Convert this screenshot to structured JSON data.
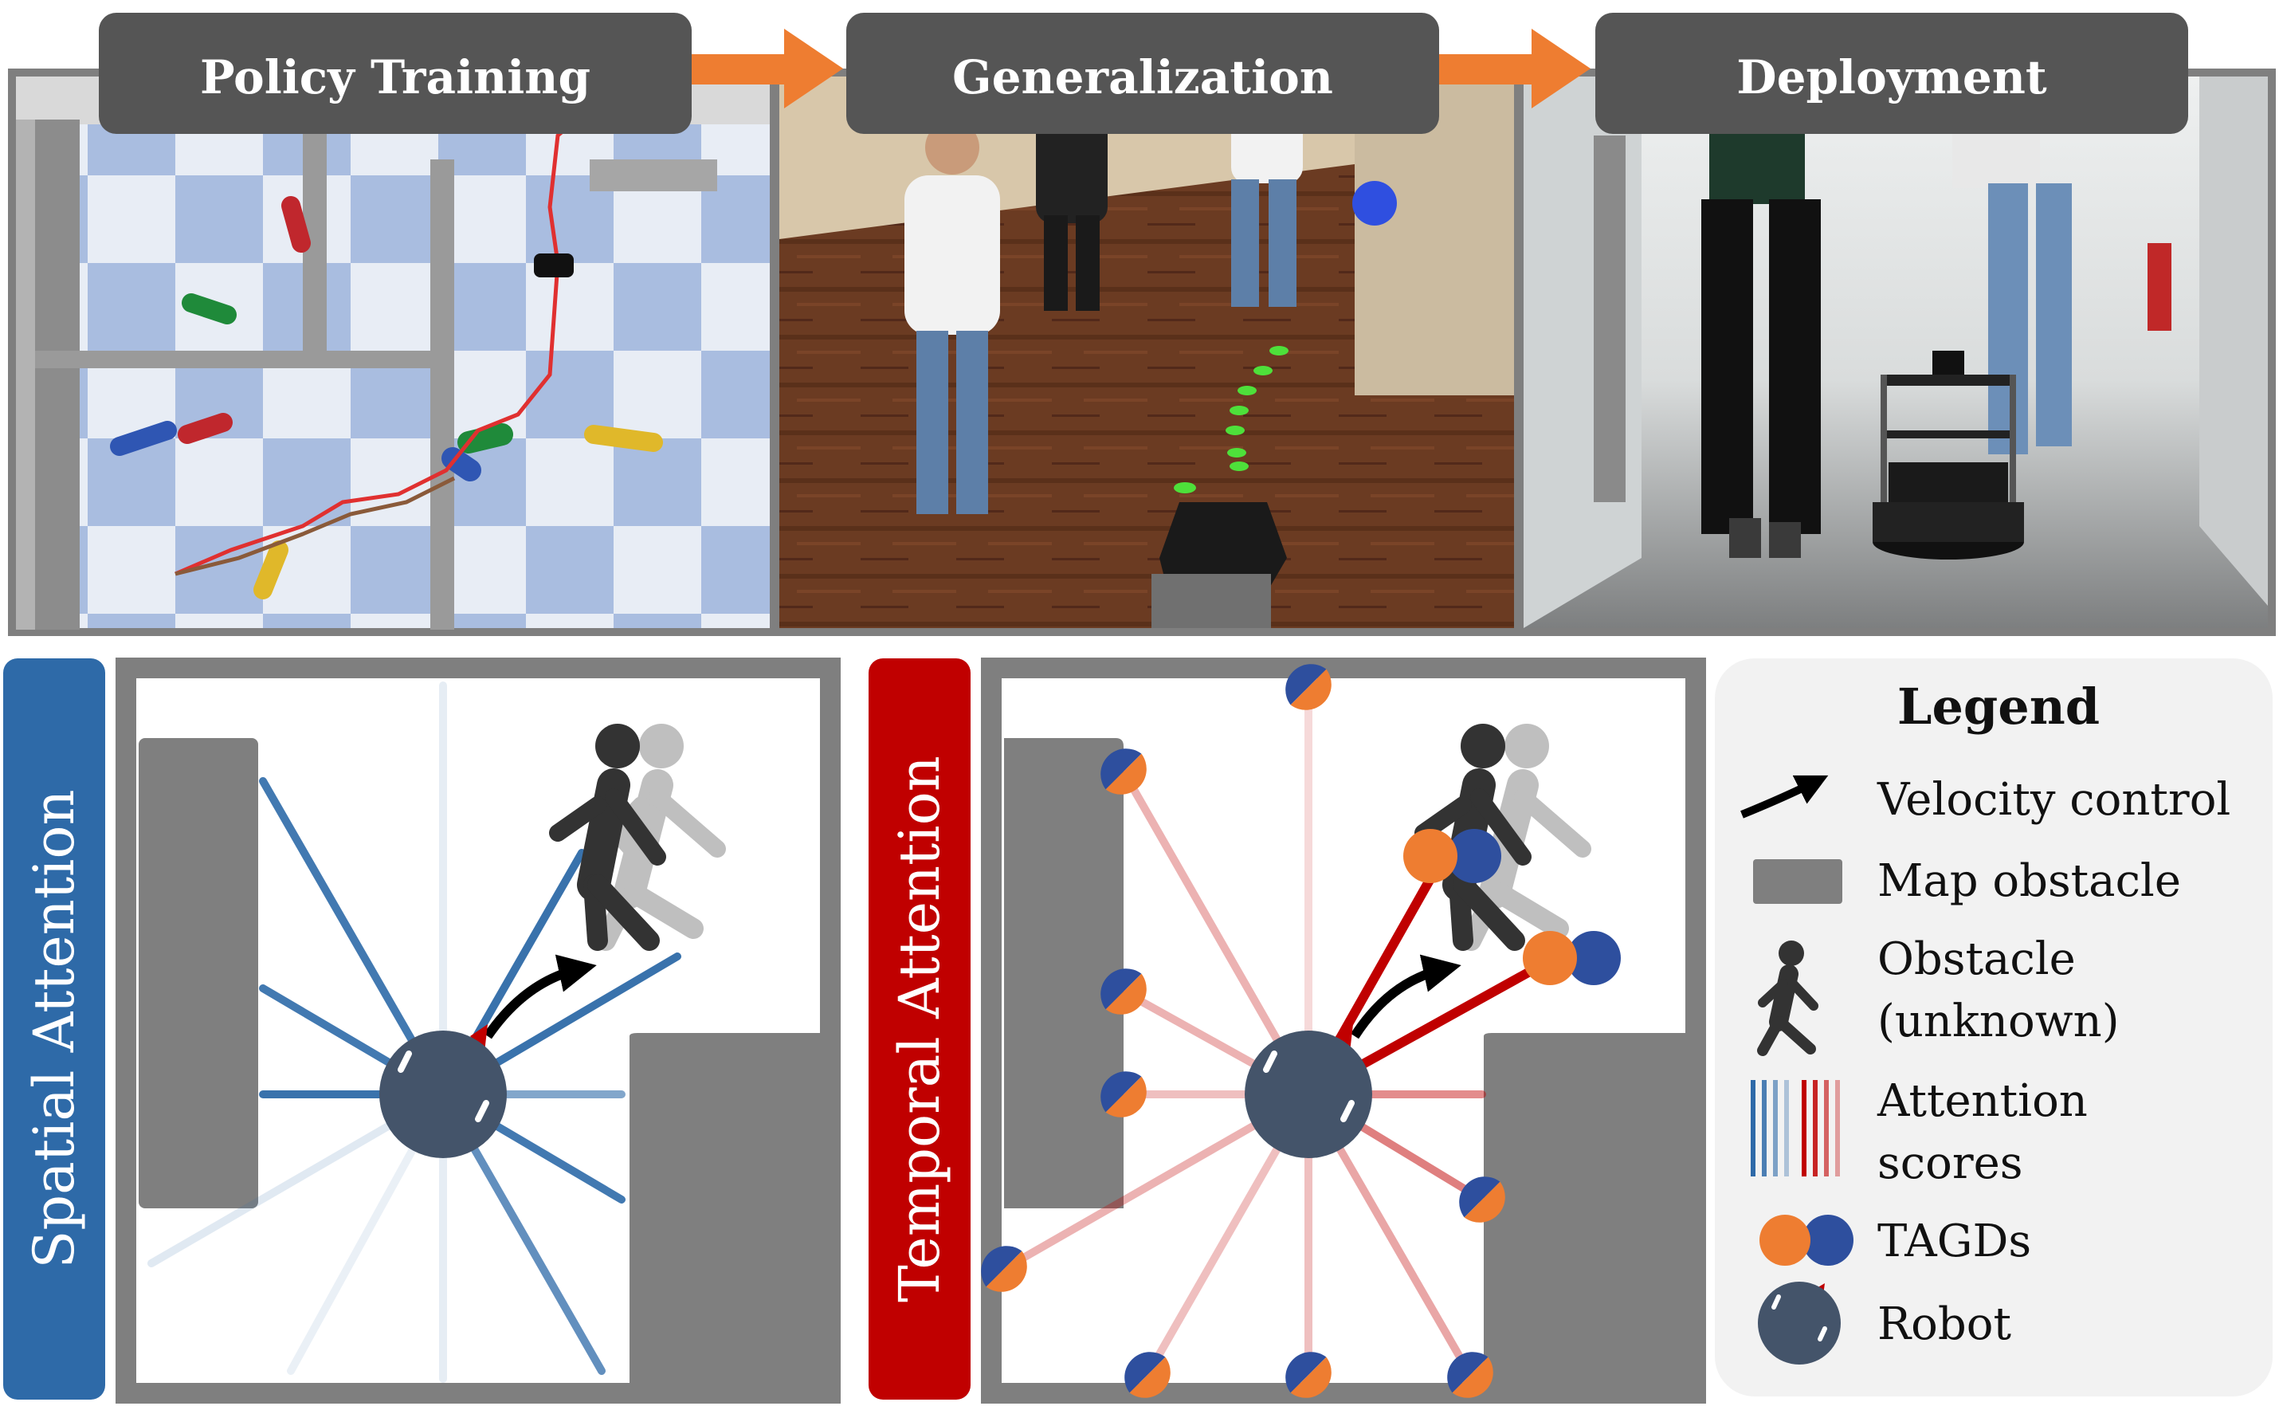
{
  "stages": [
    {
      "label": "Policy Training"
    },
    {
      "label": "Generalization"
    },
    {
      "label": "Deployment"
    }
  ],
  "panels": {
    "spatial": {
      "label": "Spatial Attention",
      "color": "#2e6aa8"
    },
    "temporal": {
      "label": "Temporal Attention",
      "color": "#c00000"
    }
  },
  "legend": {
    "title": "Legend",
    "items": [
      {
        "label": "Velocity control"
      },
      {
        "label": "Map obstacle"
      },
      {
        "label_line1": "Obstacle",
        "label_line2": "(unknown)"
      },
      {
        "label_line1": "Attention",
        "label_line2": "scores"
      },
      {
        "label": "TAGDs"
      },
      {
        "label": "Robot"
      }
    ]
  },
  "colors": {
    "header_bg": "#555555",
    "arrow": "#ee7d31",
    "obstacle": "#7f7f7f",
    "robot": "#44546a",
    "tagd_orange": "#ee7d31",
    "tagd_blue": "#2e4f9e",
    "legend_bg": "#f2f2f2"
  }
}
